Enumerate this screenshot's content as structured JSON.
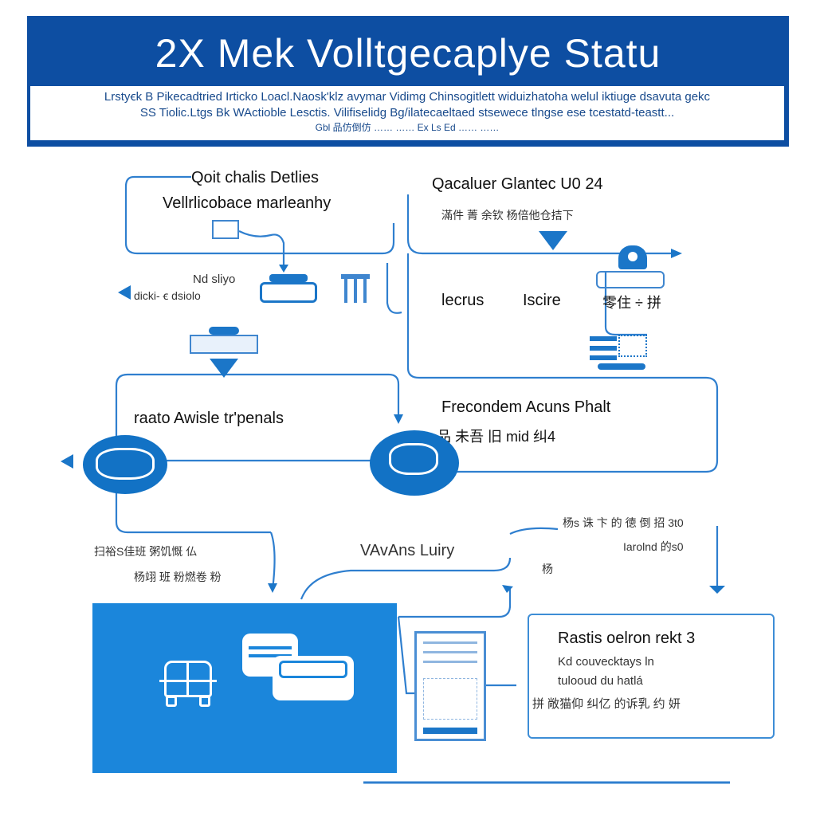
{
  "header": {
    "title": "2X Mek Volltgecaplye Statu",
    "sub_lines": [
      "Lrstyꞓk  B Pikecadtried  Irticko Loacl.Naosk'klz  avymar  Vidimg      Chinsogitlett    widuizhatoha  welul iktiuge  dsavuta  gekc",
      "SS    Tiolic.Ltgs  Bk WActioble Lesctis.   Vilifiselidg  Bg/ilatecaeltaed   stsewece  tlngse  ese  tcestatd-teastt...",
      "Gbl  品仿倒仿               ……  ……           Ex  Ls  Ed             ……           ……"
    ]
  },
  "left_top": {
    "title_1": "Qoit chalis Detlies",
    "title_2": "Vellrlicobace marleanhy",
    "stand_label": "Nd sliyo",
    "stand_sub": "dicki-  ꞓ  dsiolo"
  },
  "right_top": {
    "title": "Qacaluer Glantec U0 24",
    "subtitle": "滿件 菁 余钦 杨倍他仓拮下",
    "label_left": "lecrus",
    "label_mid": "Iscire",
    "label_right": "零住 ÷ 拼"
  },
  "middle_left": {
    "title": "raato Awisle tr'penals"
  },
  "middle_right": {
    "title": "Frecondem Acuns Phalt",
    "subtitle": "品 未吾 旧 mid 纠4"
  },
  "lower": {
    "left_lines": [
      "扫裕S佳班 粥饥慨 仏",
      "杨翊 班 粉燃卷 粉"
    ],
    "center_label": "VAvAns Luiry",
    "right_line_1": "杨s 诛 卞 的 徳 倒 招 3t0",
    "right_line_2": "Iarolnd 的s0",
    "right_side": "杨"
  },
  "info_box": {
    "title": "Rastis oelron  rekt 3",
    "line_1": "Kd couvecktays ln",
    "line_2": "tulooud  du  hatlá",
    "line_3": "拼  敞猫仰 纠亿 的诉乳 约 妍"
  },
  "colors": {
    "banner": "#0d4ea2",
    "accent": "#1b76c8",
    "panel": "#1b86db",
    "line": "#2f7fcf"
  },
  "icons": [
    "scanner-icon",
    "printer-icon",
    "barrier-icon",
    "tray-icon",
    "robot-icon",
    "keypad-icon",
    "pod-icon",
    "pod-icon-right",
    "car-icon",
    "van-icon",
    "tablet-icon"
  ]
}
